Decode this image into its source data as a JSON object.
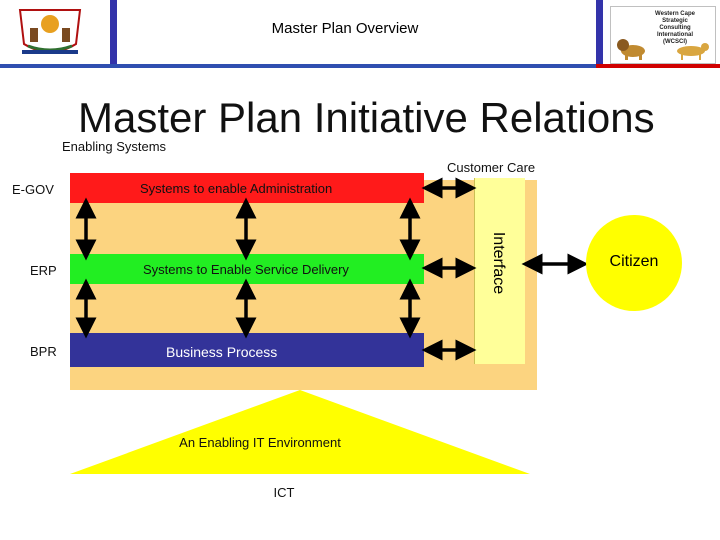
{
  "header": {
    "title": "Master Plan Overview",
    "right_logo_text": "Western Cape\nStrategic\nConsulting\nInternational\n(WCSCI)"
  },
  "slide": {
    "title": "Master Plan Initiative Relations",
    "subtitle": "Enabling Systems",
    "customer_care": "Customer Care",
    "interface": "Interface",
    "citizen": "Citizen"
  },
  "rows": [
    {
      "side_label": "E-GOV",
      "band_label": "Systems to enable Administration",
      "color": "#ff1a1a"
    },
    {
      "side_label": "ERP",
      "band_label": "Systems to Enable Service Delivery",
      "color": "#22ee22"
    },
    {
      "side_label": "BPR",
      "band_label": "Business Process",
      "color": "#333399"
    }
  ],
  "foundation": {
    "label": "An Enabling IT Environment",
    "sublabel": "ICT",
    "color": "#ffff00"
  },
  "colors": {
    "panel": "#fcd480",
    "interface": "#ffff99",
    "header_rule": "#2f4fb0",
    "accent_red": "#d00000"
  },
  "icons": [
    "national-crest-icon",
    "lion-icon",
    "cheetah-icon",
    "double-arrow-icon"
  ]
}
